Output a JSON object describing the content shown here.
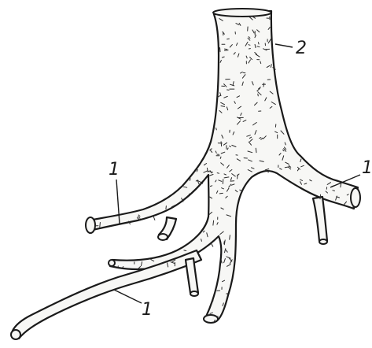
{
  "labels": {
    "label_1_left": "1",
    "label_1_right": "1",
    "label_1_bottom": "1",
    "label_2": "2"
  },
  "colors": {
    "ink": "#1a1a1a",
    "paper": "#ffffff",
    "fill": "#f7f7f5"
  }
}
